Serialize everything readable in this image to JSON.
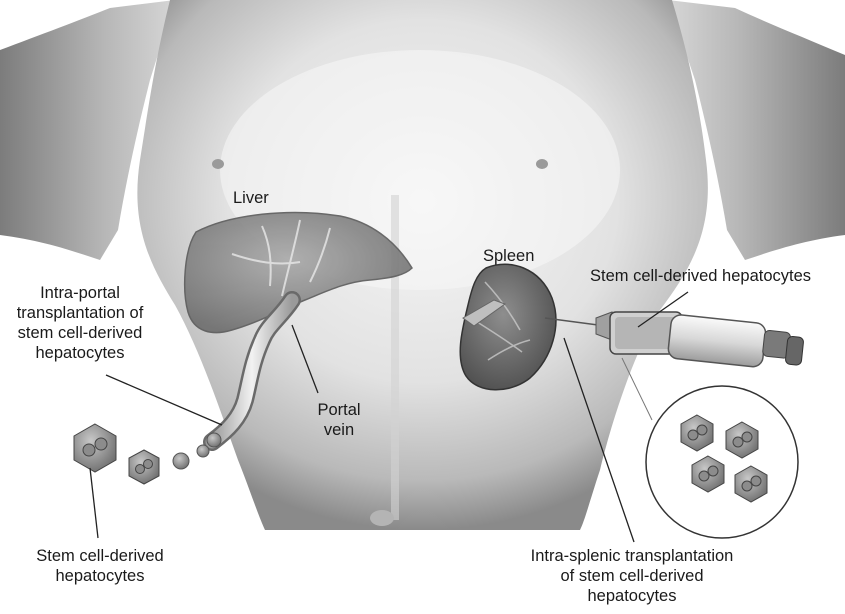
{
  "labels": {
    "liver": "Liver",
    "spleen": "Spleen",
    "portal_vein": [
      "Portal",
      "vein"
    ],
    "intra_portal": [
      "Intra-portal",
      "transplantation of",
      "stem cell-derived",
      "hepatocytes"
    ],
    "syringe_cells": "Stem cell-derived hepatocytes",
    "left_cells": [
      "Stem cell-derived",
      "hepatocytes"
    ],
    "intra_splenic": [
      "Intra-splenic transplantation",
      "of stem cell-derived",
      "hepatocytes"
    ]
  },
  "colors": {
    "skin_light": "#f4f4f4",
    "skin_mid": "#cfcfcf",
    "skin_dark": "#8e8e8e",
    "organ": "#7d7d7d",
    "organ_dark": "#4e4e4e",
    "leader": "#222222"
  }
}
